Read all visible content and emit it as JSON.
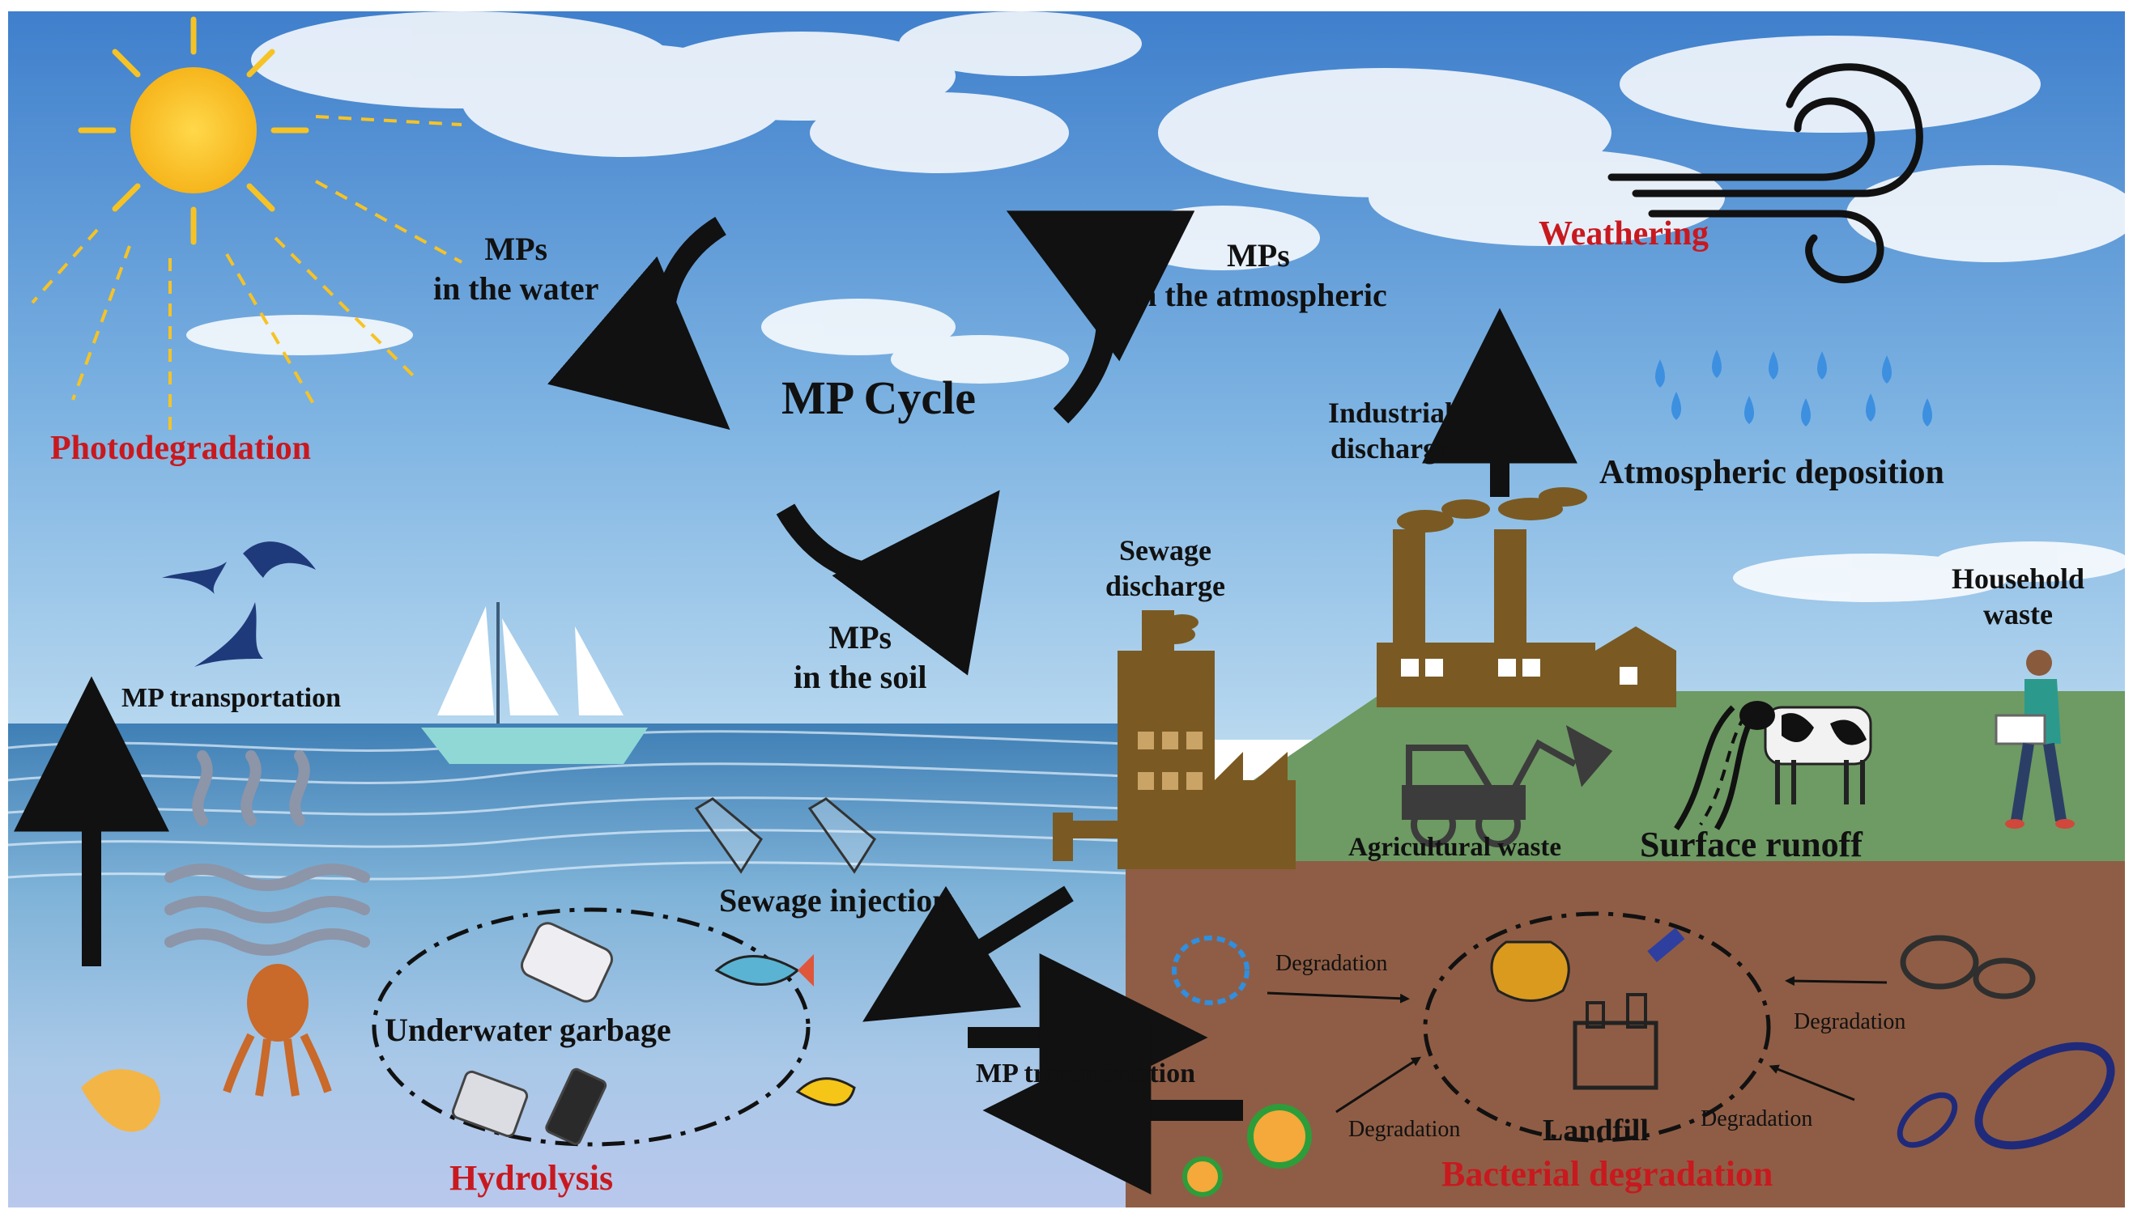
{
  "title": "MP Cycle",
  "cycle": {
    "water": [
      "MPs",
      "in the water"
    ],
    "atmosphere": [
      "MPs",
      "in the atmospheric"
    ],
    "soil": [
      "MPs",
      "in the soil"
    ]
  },
  "processes": {
    "photodegradation": "Photodegradation",
    "weathering": "Weathering",
    "hydrolysis": "Hydrolysis",
    "bacterial_degradation": "Bacterial degradation"
  },
  "sources": {
    "industrial_discharge": [
      "Industrial",
      "discharge"
    ],
    "sewage_discharge": [
      "Sewage",
      "discharge"
    ],
    "household_waste": [
      "Household",
      "waste"
    ],
    "atmospheric_deposition": "Atmospheric deposition",
    "agricultural_waste": "Agricultural waste",
    "surface_runoff": "Surface runoff",
    "sewage_injection": "Sewage injection"
  },
  "transport": {
    "left": "MP transportation",
    "bottom": "MP transportation"
  },
  "water_zone": {
    "underwater_garbage": "Underwater garbage"
  },
  "soil_zone": {
    "landfill": "Landfill",
    "degradation": [
      "Degradation",
      "Degradation",
      "Degradation",
      "Degradation"
    ]
  },
  "colors": {
    "sky_top": "#4a86cf",
    "sky_bottom": "#a9cde9",
    "sea": "#5f9ec9",
    "grass": "#6e9a63",
    "soil": "#8f5d45",
    "factory": "#7a5a22",
    "process_red": "#c8191f",
    "arrow": "#111111",
    "bird": "#1f3a7a"
  }
}
